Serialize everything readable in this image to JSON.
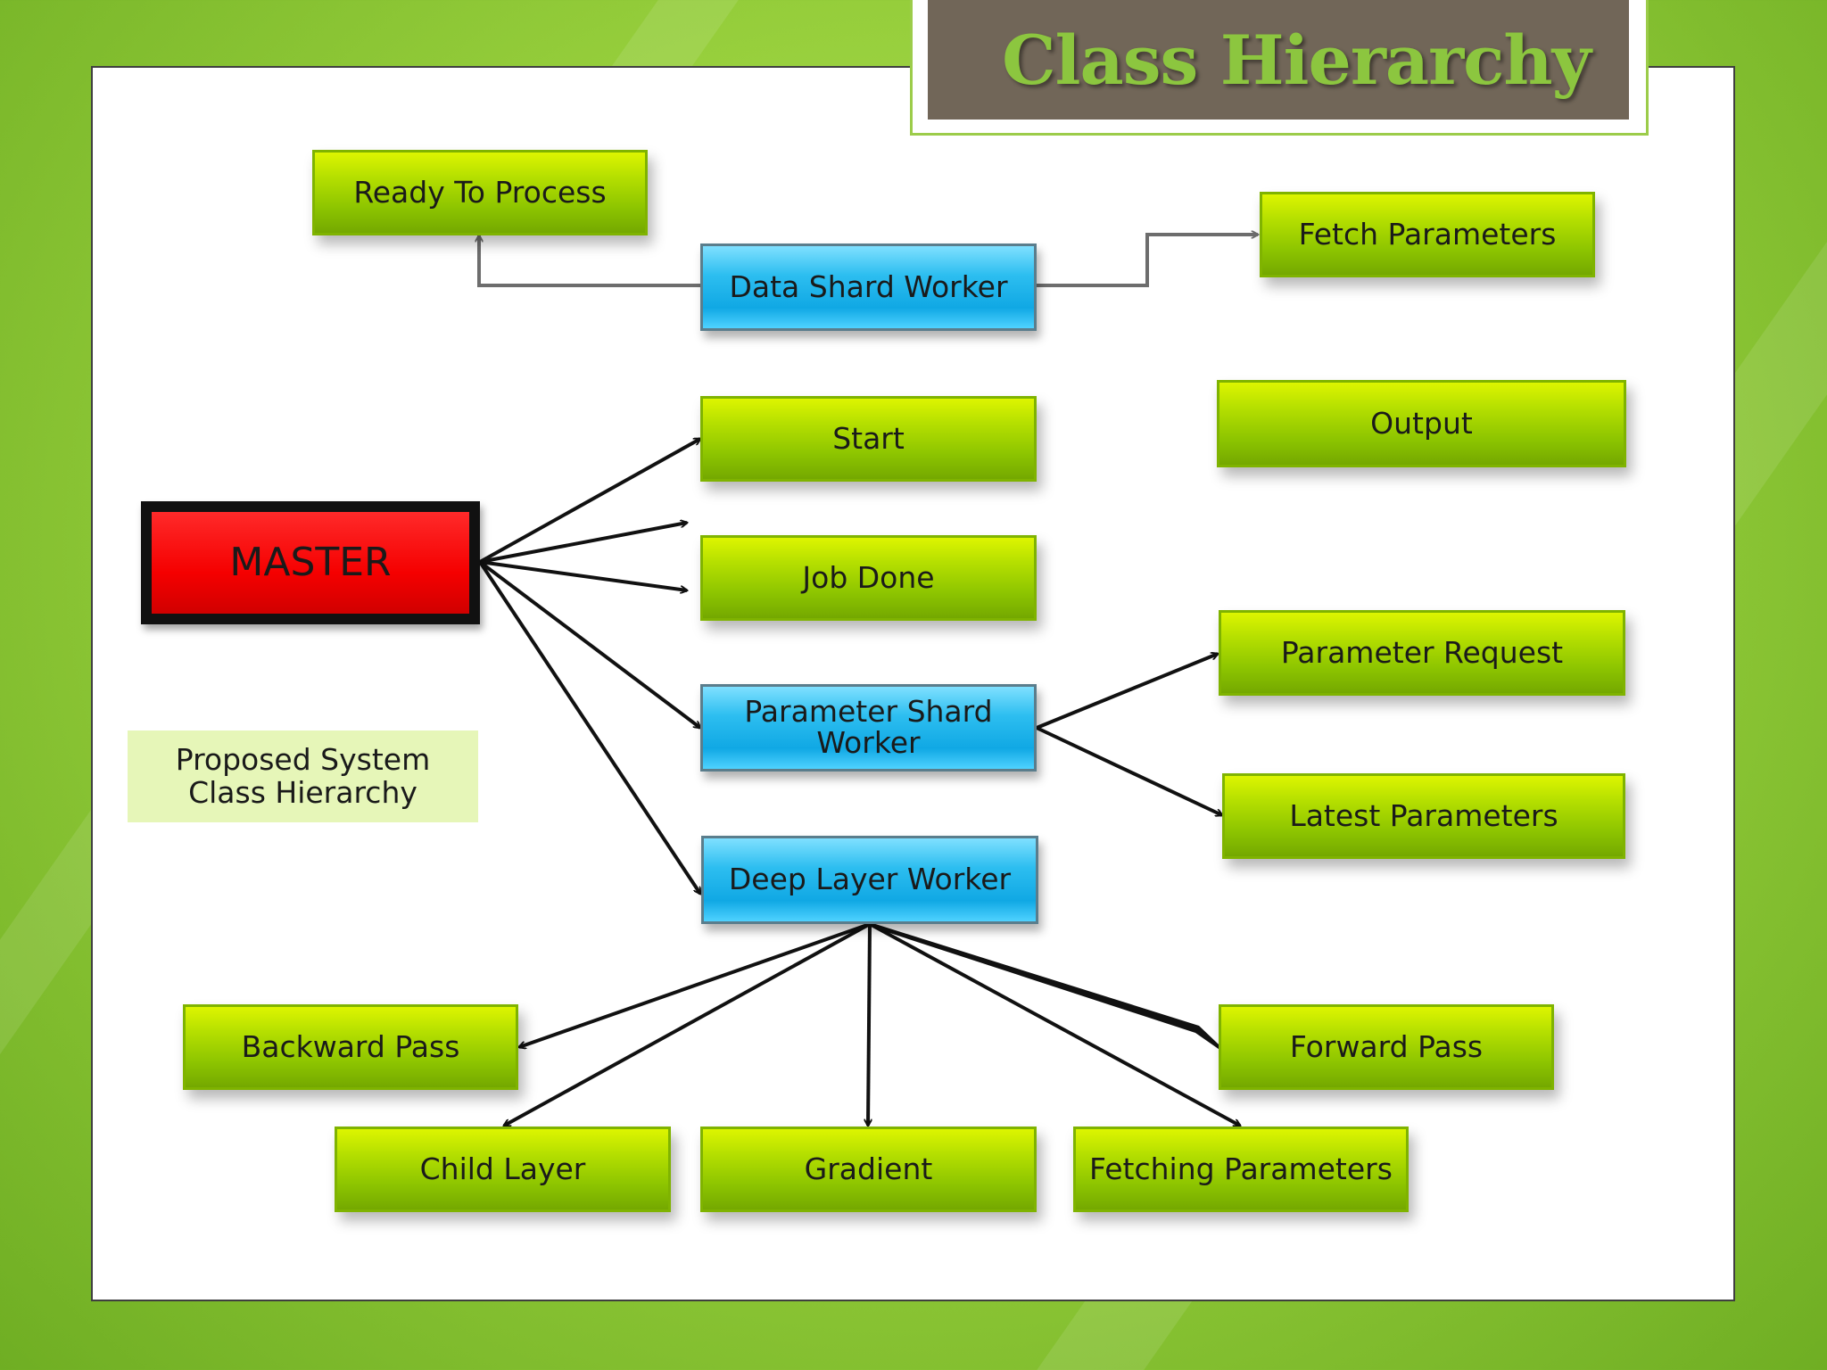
{
  "title": "Class Hierarchy",
  "caption": {
    "line1": "Proposed System",
    "line2": "Class Hierarchy"
  },
  "nodes": {
    "master": "MASTER",
    "ready_to_process": "Ready To Process",
    "data_shard_worker": "Data Shard Worker",
    "fetch_parameters": "Fetch Parameters",
    "start": "Start",
    "output": "Output",
    "job_done": "Job Done",
    "parameter_request": "Parameter Request",
    "parameter_shard_worker": {
      "line1": "Parameter Shard",
      "line2": "Worker"
    },
    "latest_parameters": "Latest Parameters",
    "deep_layer_worker": "Deep Layer Worker",
    "backward_pass": "Backward Pass",
    "forward_pass": "Forward Pass",
    "child_layer": "Child Layer",
    "gradient": "Gradient",
    "fetching_parameters": "Fetching Parameters"
  },
  "colors": {
    "green_node": "#8cc400",
    "blue_node": "#10a8e4",
    "master_node": "#f50000",
    "title_background": "#716658",
    "title_text": "#8cc63f",
    "caption_background": "#e6f6b8",
    "connector_gray": "#6d6d6d",
    "arrow_black": "#111111"
  },
  "edges": [
    {
      "from": "data_shard_worker",
      "to": "ready_to_process",
      "style": "elbow-gray"
    },
    {
      "from": "data_shard_worker",
      "to": "fetch_parameters",
      "style": "elbow-gray"
    },
    {
      "from": "master",
      "to": "start"
    },
    {
      "from": "master",
      "to": "job_done"
    },
    {
      "from": "master",
      "to": "parameter_shard_worker"
    },
    {
      "from": "master",
      "to": "deep_layer_worker"
    },
    {
      "from": "parameter_shard_worker",
      "to": "parameter_request"
    },
    {
      "from": "parameter_shard_worker",
      "to": "latest_parameters"
    },
    {
      "from": "deep_layer_worker",
      "to": "backward_pass"
    },
    {
      "from": "deep_layer_worker",
      "to": "child_layer"
    },
    {
      "from": "deep_layer_worker",
      "to": "gradient"
    },
    {
      "from": "deep_layer_worker",
      "to": "forward_pass"
    },
    {
      "from": "deep_layer_worker",
      "to": "fetching_parameters"
    }
  ]
}
